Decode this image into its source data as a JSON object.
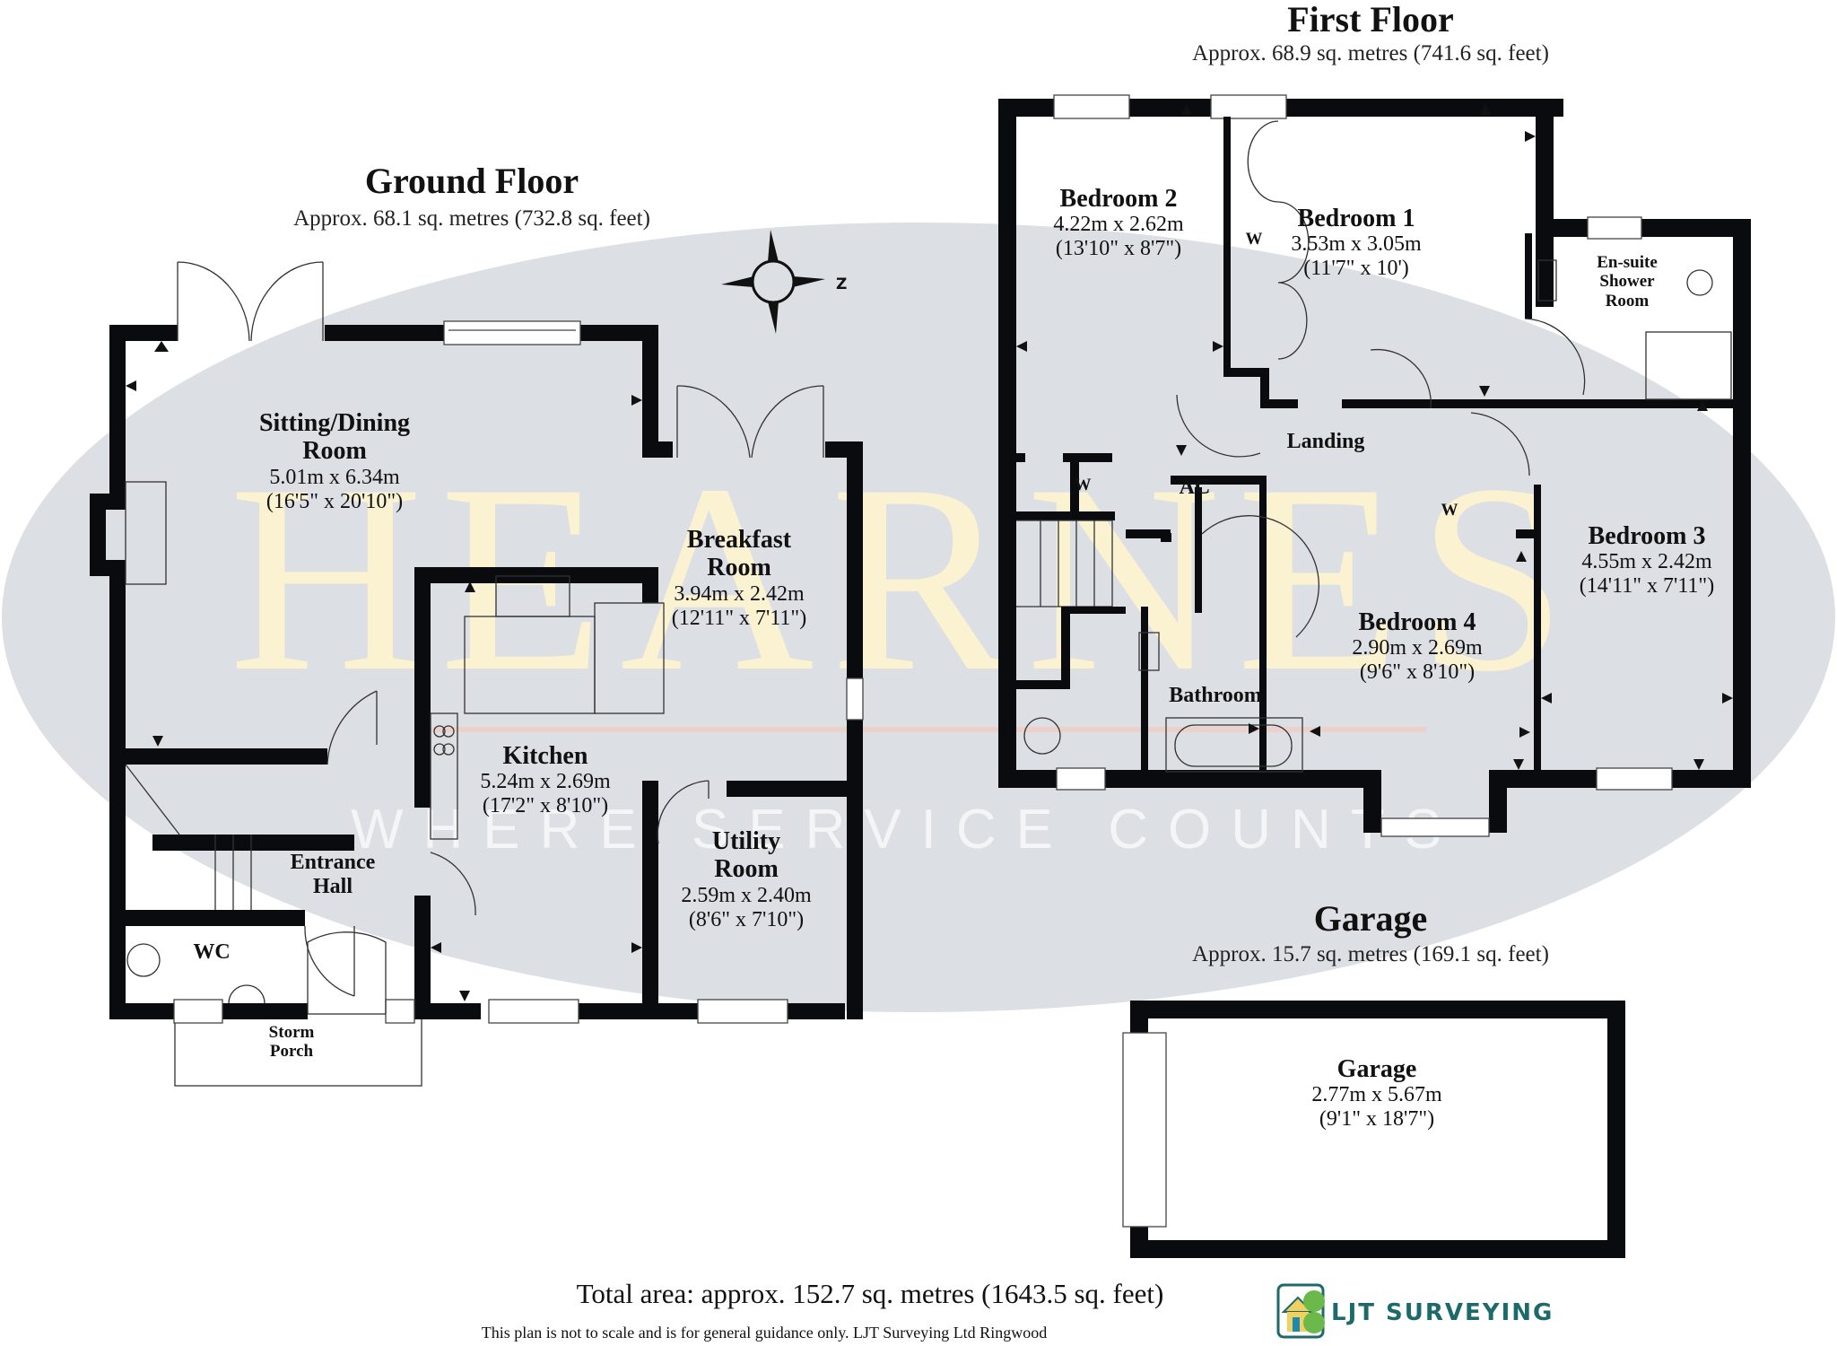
{
  "watermark": {
    "brand": "HEARNES",
    "tagline": "WHERE SERVICE COUNTS",
    "colors": {
      "ellipse": "#dcdfe4",
      "brand_text": "#fbf2d2",
      "tagline_text": "#f4f5f7",
      "rule": "#f2c9c2"
    }
  },
  "compass": {
    "north_label": "Z"
  },
  "ground_floor": {
    "title": "Ground Floor",
    "area": "Approx. 68.1 sq. metres (732.8 sq. feet)",
    "rooms": [
      {
        "name_line1": "Sitting/Dining",
        "name_line2": "Room",
        "metric": "5.01m x 6.34m",
        "imperial": "(16'5\" x 20'10\")"
      },
      {
        "name_line1": "Breakfast",
        "name_line2": "Room",
        "metric": "3.94m x 2.42m",
        "imperial": "(12'11\" x 7'11\")"
      },
      {
        "name_line1": "Kitchen",
        "metric": "5.24m x 2.69m",
        "imperial": "(17'2\" x 8'10\")"
      },
      {
        "name_line1": "Utility",
        "name_line2": "Room",
        "metric": "2.59m x 2.40m",
        "imperial": "(8'6\" x 7'10\")"
      },
      {
        "name_line1": "Entrance",
        "name_line2": "Hall"
      },
      {
        "name_line1": "WC"
      },
      {
        "name_line1": "Storm",
        "name_line2": "Porch"
      }
    ]
  },
  "first_floor": {
    "title": "First Floor",
    "area": "Approx. 68.9 sq. metres (741.6 sq. feet)",
    "rooms": [
      {
        "name_line1": "Bedroom 2",
        "metric": "4.22m x 2.62m",
        "imperial": "(13'10\" x 8'7\")"
      },
      {
        "name_line1": "Bedroom 1",
        "metric": "3.53m x 3.05m",
        "imperial": "(11'7\" x 10')"
      },
      {
        "name_line1": "En-suite",
        "name_line2": "Shower",
        "name_line3": "Room"
      },
      {
        "name_line1": "Landing"
      },
      {
        "name_line1": "Bedroom 3",
        "metric": "4.55m x 2.42m",
        "imperial": "(14'11\" x 7'11\")"
      },
      {
        "name_line1": "Bedroom 4",
        "metric": "2.90m x 2.69m",
        "imperial": "(9'6\" x 8'10\")"
      },
      {
        "name_line1": "Bathroom"
      }
    ],
    "markers": {
      "wardrobe": "W",
      "airing_cupboard": "AC"
    }
  },
  "garage": {
    "title": "Garage",
    "area": "Approx. 15.7 sq. metres (169.1 sq. feet)",
    "room": {
      "name_line1": "Garage",
      "metric": "2.77m x 5.67m",
      "imperial": "(9'1\" x 18'7\")"
    }
  },
  "footer": {
    "total_area": "Total area: approx. 152.7 sq. metres (1643.5 sq. feet)",
    "disclaimer": "This plan is not to scale and is for general guidance only. LJT Surveying Ltd Ringwood",
    "logo_text": "LJT Surveying",
    "logo_color": "#1c6a6a"
  }
}
